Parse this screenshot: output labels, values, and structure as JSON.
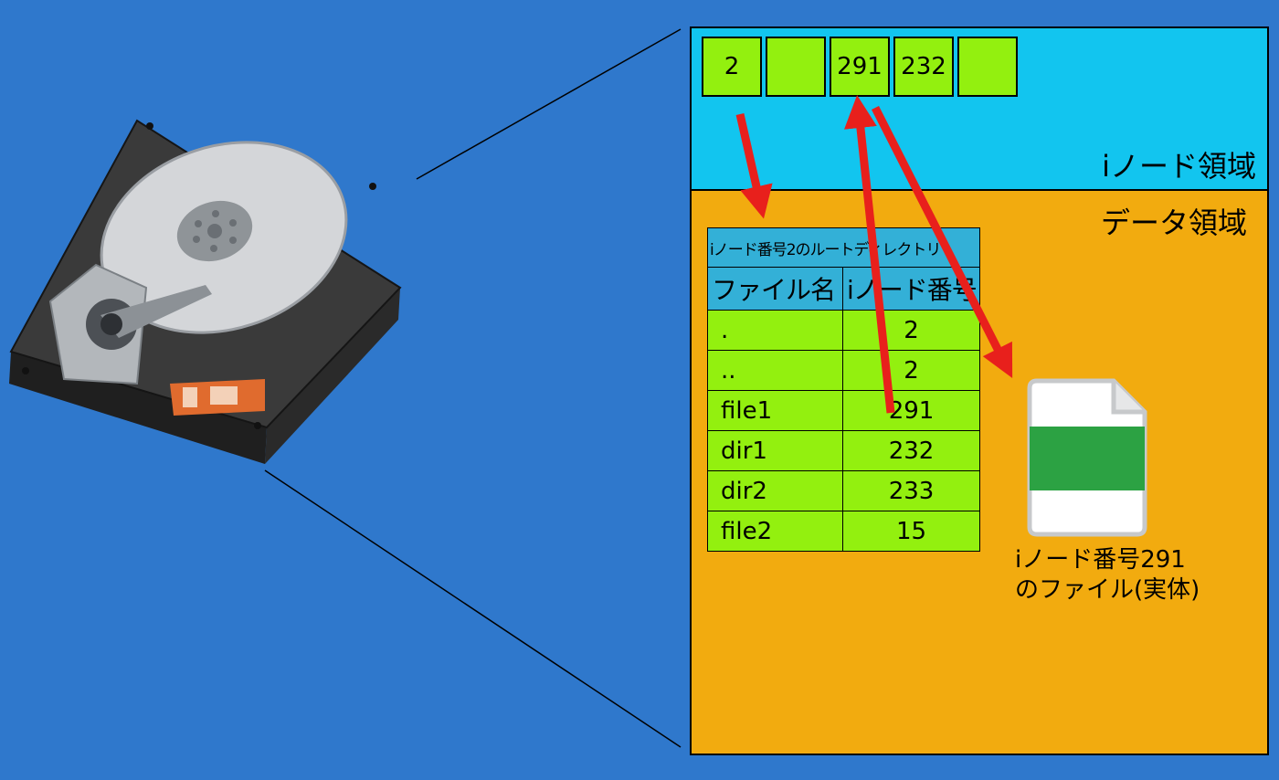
{
  "inode_area": {
    "label": "iノード領域"
  },
  "data_area": {
    "label": "データ領域"
  },
  "inode_cells": [
    "2",
    "",
    "291",
    "232",
    ""
  ],
  "directory": {
    "caption": "iノード番号2のルートディレクトリ",
    "headers": {
      "name": "ファイル名",
      "inode": "iノード番号"
    },
    "rows": [
      {
        "name": ".",
        "inode": "2"
      },
      {
        "name": "..",
        "inode": "2"
      },
      {
        "name": "file1",
        "inode": "291"
      },
      {
        "name": "dir1",
        "inode": "232"
      },
      {
        "name": "dir2",
        "inode": "233"
      },
      {
        "name": "file2",
        "inode": "15"
      }
    ]
  },
  "file": {
    "caption_line1": "iノード番号291",
    "caption_line2": "のファイル(実体)"
  },
  "colors": {
    "background": "#2f78cc",
    "inode_area": "#12c5ef",
    "data_area": "#f2ab0f",
    "cell": "#93f00f",
    "arrow": "#e8201c",
    "file_band": "#2ca243"
  },
  "icons": {
    "disk": "hard-disk-drive-illustration",
    "file": "document-file-icon"
  }
}
